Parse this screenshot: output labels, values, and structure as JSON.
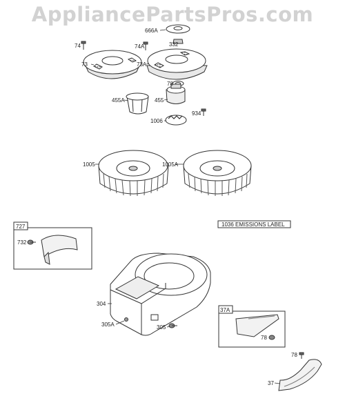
{
  "watermark": "AppliancePartsPros.com",
  "callouts": {
    "p666A": "666A",
    "p332": "332",
    "p74": "74",
    "p74A": "74A",
    "p73": "73",
    "p73A": "73A",
    "p78a": "78",
    "p455A": "455A",
    "p455": "455",
    "p934": "934",
    "p1006": "1006",
    "p1005": "1005",
    "p1005A": "1005A",
    "p727": "727",
    "p732": "732",
    "emissions": "1036 EMISSIONS LABEL",
    "p304": "304",
    "p305A": "305A",
    "p305": "305",
    "p37A": "37A",
    "p78b": "78",
    "p78c": "78",
    "p37": "37"
  }
}
